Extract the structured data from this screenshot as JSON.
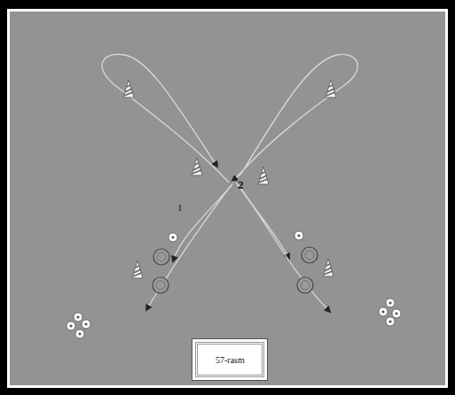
{
  "diagram": {
    "caption": "57-rasm",
    "labels": [
      "1",
      "2"
    ]
  }
}
